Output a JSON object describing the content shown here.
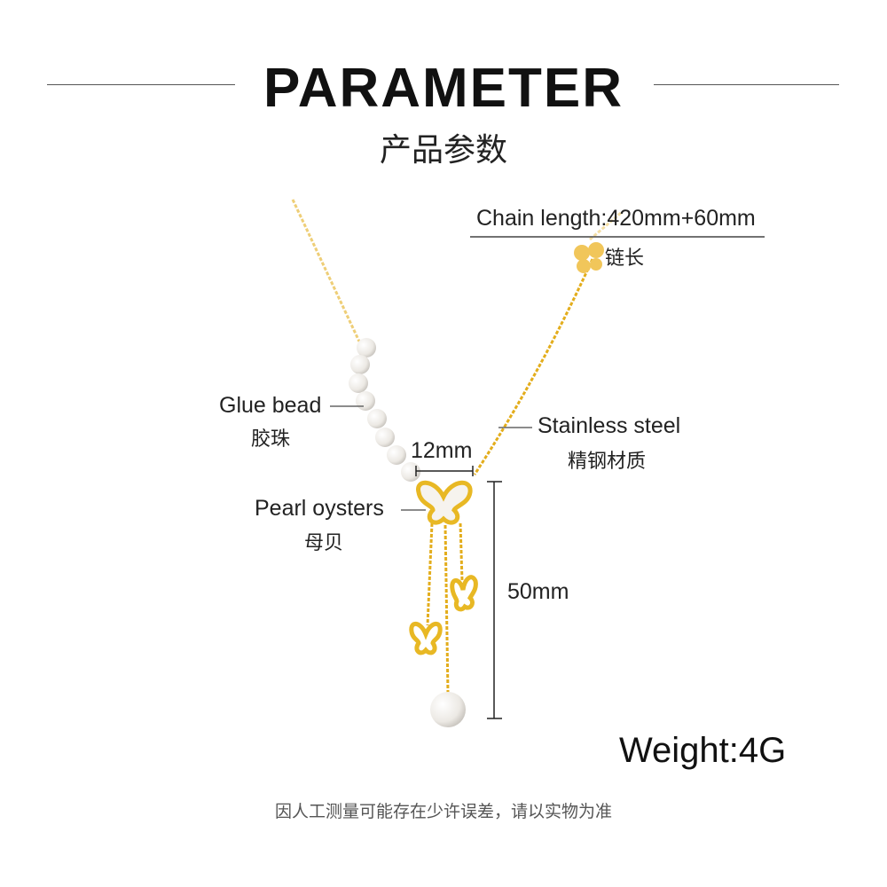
{
  "header": {
    "title": "PARAMETER",
    "subtitle": "产品参数"
  },
  "specs": {
    "chain_length": {
      "label": "Chain length:420mm+60mm",
      "cn": "链长"
    },
    "glue_bead": {
      "label": "Glue bead",
      "cn": "胶珠"
    },
    "stainless_steel": {
      "label": "Stainless steel",
      "cn": "精钢材质"
    },
    "pendant_width": "12mm",
    "pearl_oysters": {
      "label": "Pearl oysters",
      "cn": "母贝"
    },
    "tassel_length": "50mm",
    "weight": "Weight:4G"
  },
  "footer": {
    "note": "因人工测量可能存在少许误差，请以实物为准"
  },
  "colors": {
    "gold": "#e8b824",
    "pearl": "#f4f2ee",
    "line": "#555555"
  }
}
